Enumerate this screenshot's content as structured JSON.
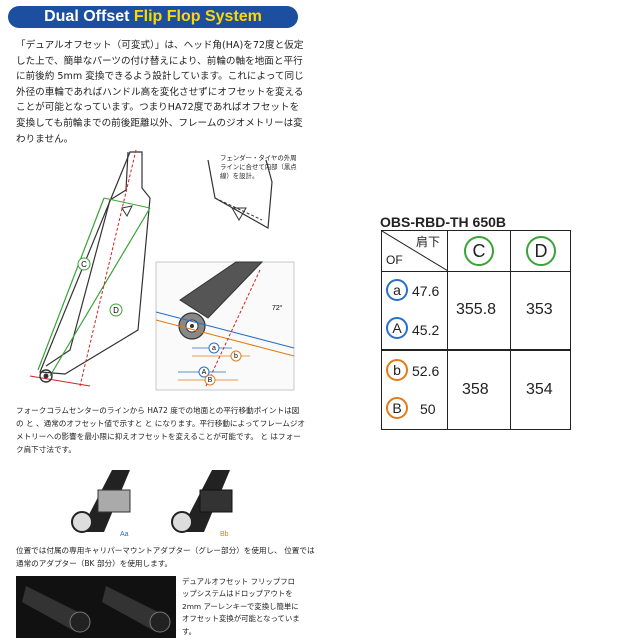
{
  "banner": {
    "title_main": "Dual Offset ",
    "title_highlight": "Flip Flop System"
  },
  "intro_text": "「デュアルオフセット（可変式）」は、ヘッド角(HA)を72度と仮定した上で、簡単なパーツの付け替えにより、前輪の軸を地面と平行に前後約 5mm 変換できるよう設計しています。これによって同じ外径の車輪であればハンドル高を変化させずにオフセットを変えることが可能となっています。つまりHA72度であればオフセットを変換しても前輪までの前後距離以外、フレームのジオメトリーは変わりません。",
  "drawing": {
    "callout": "フェンダー・タイヤの外周ラインに合せて内部（黒点線）を設計。",
    "angle_label": "72°",
    "labels": {
      "C": "C",
      "D": "D",
      "a": "a",
      "b": "b",
      "A": "A",
      "B": "B"
    }
  },
  "caption1": "フォークコラムセンターのラインから HA72 度での地面との平行移動ポイントは図の と 、通常のオフセット値で示すと と になります。平行移動によってフレームジオメトリーへの影響を最小限に抑えオフセットを変えることが可能です。 と はフォーク肩下寸法です。",
  "mount_labels": {
    "left": "Aa",
    "right": "Bb"
  },
  "caption2": "位置では付属の専用キャリパーマウントアダプター（グレー部分）を使用し、 位置では通常のアダプター（BK 部分）を使用します。",
  "caption3": "デュアルオフセット フリップフロップシステムはドロップアウトを 2mm アーレンキーで変換し簡単にオフセット変換が可能となっています。",
  "table": {
    "title": "OBS-RBD-TH 650B",
    "header_top": "肩下",
    "header_bottom": "OF",
    "col1": "C",
    "col2": "D",
    "rows": [
      {
        "k1": "a",
        "v1": "47.6",
        "k2": "A",
        "v2": "45.2",
        "c": "355.8",
        "d": "353",
        "color": "blue"
      },
      {
        "k1": "b",
        "v1": "52.6",
        "k2": "B",
        "v2": "50",
        "c": "358",
        "d": "354",
        "color": "orange"
      }
    ]
  },
  "colors": {
    "banner": "#1d4fa0",
    "highlight": "#ffd800",
    "green": "#3aa335",
    "blue": "#2a6fc9",
    "orange": "#e07c1a",
    "red": "#d62020"
  }
}
